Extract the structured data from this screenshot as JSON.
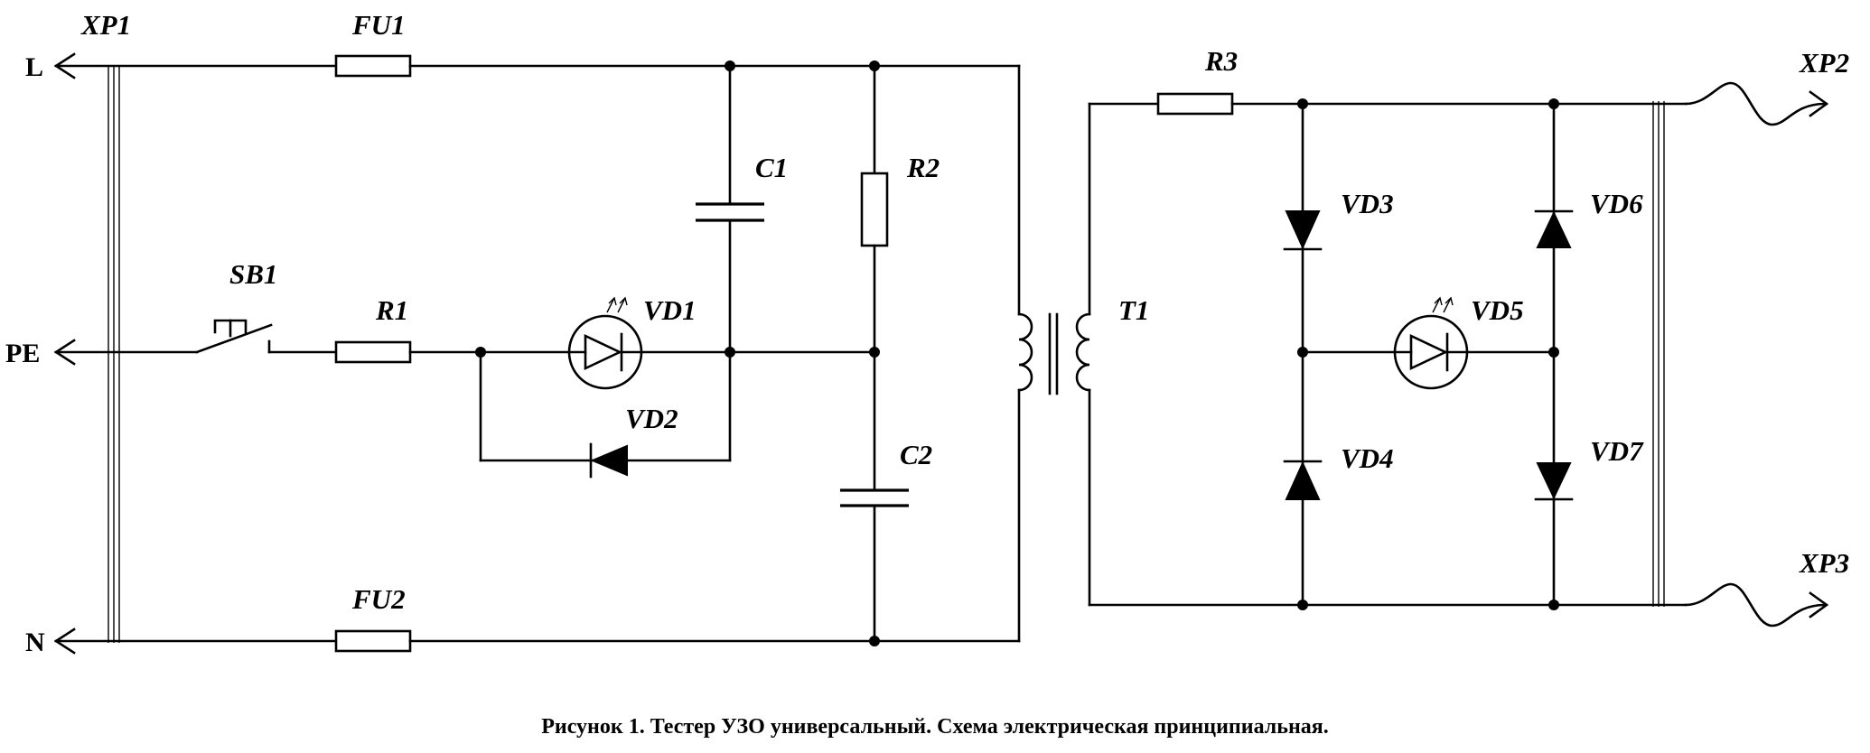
{
  "caption": "Рисунок 1. Тестер УЗО универсальный. Схема электрическая принципиальная.",
  "terminals": {
    "L": "L",
    "PE": "PE",
    "N": "N"
  },
  "labels": {
    "XP1": "XP1",
    "XP2": "XP2",
    "XP3": "XP3",
    "FU1": "FU1",
    "FU2": "FU2",
    "SB1": "SB1",
    "R1": "R1",
    "R2": "R2",
    "R3": "R3",
    "C1": "C1",
    "C2": "C2",
    "T1": "T1",
    "VD1": "VD1",
    "VD2": "VD2",
    "VD3": "VD3",
    "VD4": "VD4",
    "VD5": "VD5",
    "VD6": "VD6",
    "VD7": "VD7"
  }
}
